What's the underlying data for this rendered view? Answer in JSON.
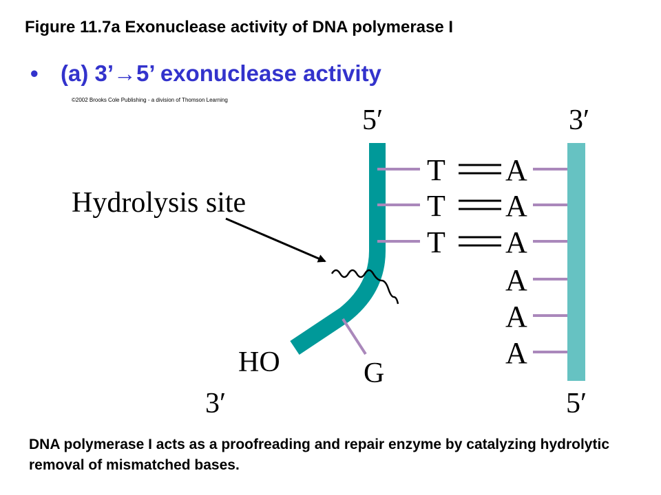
{
  "figure_title": "Figure 11.7a Exonuclease activity of DNA polymerase I",
  "bullet": {
    "symbol": "•",
    "prefix": "(a) 3’",
    "arrow": "→",
    "suffix": "5’ exonuclease activity"
  },
  "copyright": "©2002 Brooks Cole Publishing - a division of Thomson Learning",
  "diagram": {
    "left_strand": {
      "top_label": "5′",
      "bottom_label": "3′",
      "end_group": "HO"
    },
    "right_strand": {
      "top_label": "3′",
      "bottom_label": "5′"
    },
    "hydrolysis_label": "Hydrolysis site",
    "mismatched_base": "G",
    "paired_left_bases": [
      "T",
      "T",
      "T"
    ],
    "right_bases": [
      "A",
      "A",
      "A",
      "A",
      "A",
      "A"
    ]
  },
  "caption": "DNA polymerase I acts as a proofreading and repair enzyme by catalyzing hydrolytic removal of mismatched bases.",
  "colors": {
    "left_strand": "#009999",
    "right_strand": "#66c2c2",
    "base_stub": "#aa88bb",
    "bullet_text": "#3333cc"
  }
}
